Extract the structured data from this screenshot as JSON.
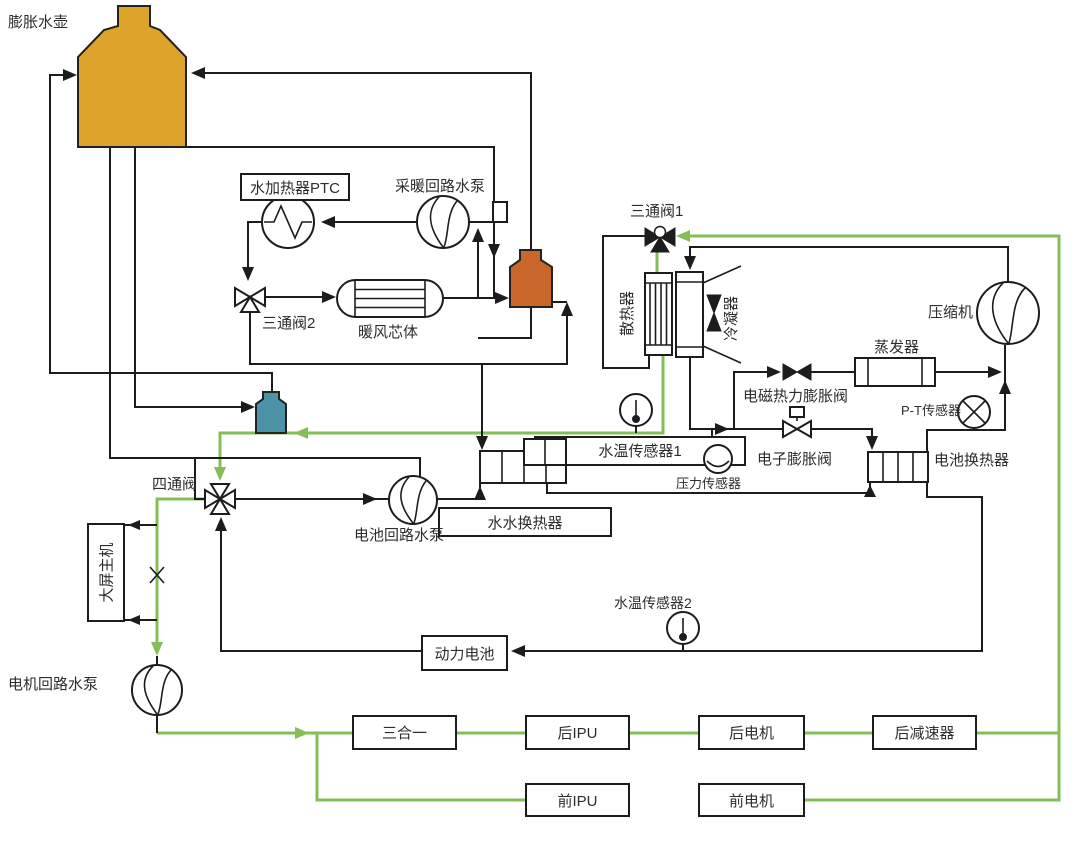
{
  "diagram": {
    "type": "vehicle-thermal-management-schematic",
    "colors": {
      "pipe": "#1c1c1c",
      "coolant_loop_green": "#85BD57",
      "expansion_tank_gold": "#DDA32A",
      "degas_bottle_orange": "#C9662A",
      "reservoir_bottle_blue": "#4C93A9"
    },
    "labels": {
      "expansion_tank": "膨胀水壶",
      "ptc_heater": "水加热器PTC",
      "heating_pump": "采暖回路水泵",
      "three_way_valve_2": "三通阀2",
      "heater_core": "暖风芯体",
      "three_way_valve_1": "三通阀1",
      "radiator": "散热器",
      "condenser": "冷凝器",
      "compressor": "压缩机",
      "evaporator": "蒸发器",
      "em_expansion_valve": "电磁热力膨胀阀",
      "pt_sensor": "P-T传感器",
      "electronic_expansion_valve": "电子膨胀阀",
      "battery_heat_exchanger": "电池换热器",
      "water_temp_sensor_1": "水温传感器1",
      "pressure_sensor": "压力传感器",
      "water_water_heat_exchanger": "水水换热器",
      "battery_pump": "电池回路水泵",
      "four_way_valve": "四通阀",
      "big_screen_host": "大屏主机",
      "motor_pump": "电机回路水泵",
      "power_battery": "动力电池",
      "water_temp_sensor_2": "水温传感器2",
      "three_in_one": "三合一",
      "rear_ipu": "后IPU",
      "rear_motor": "后电机",
      "rear_reducer": "后减速器",
      "front_ipu": "前IPU",
      "front_motor": "前电机"
    }
  }
}
